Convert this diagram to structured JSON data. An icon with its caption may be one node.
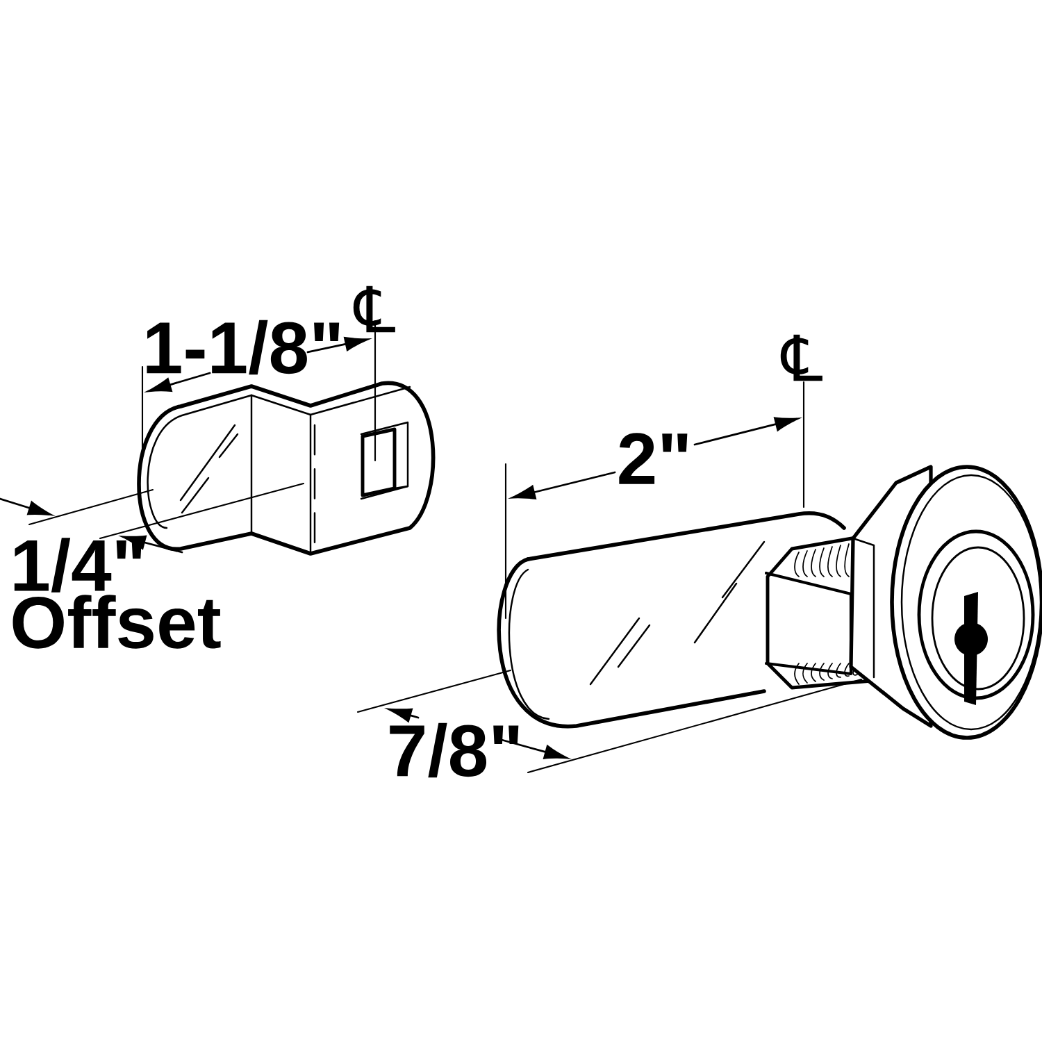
{
  "diagram": {
    "labels": [
      "℄",
      "1-1/8\"",
      "℄",
      "2\"",
      "1/4\" Offset",
      "7/8\""
    ]
  }
}
